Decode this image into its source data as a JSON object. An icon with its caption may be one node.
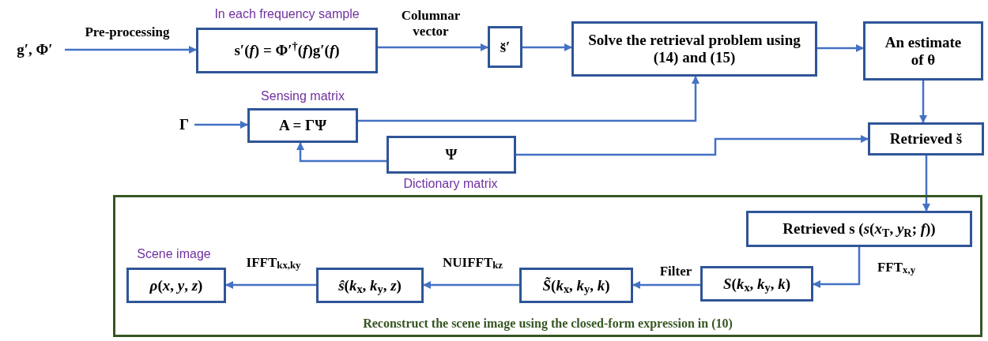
{
  "diagram": {
    "nodes": [
      {
        "text": [
          "g′, Φ′"
        ]
      },
      {
        "text": [
          "s′(*f*) = Φ′$^{†}$(*f*)g′(*f*)"
        ],
        "beside": [
          "In each frequency sample"
        ]
      },
      {
        "text": [
          "s̆′"
        ]
      },
      {
        "text": [
          "Solve the retrieval problem using (14) and (15)"
        ]
      },
      {
        "text": [
          "An estimate of θ"
        ]
      },
      {
        "text": [
          "Γ"
        ]
      },
      {
        "text": [
          "A = ΓΨ"
        ],
        "beside": [
          "Sensing matrix"
        ]
      },
      {
        "text": [
          "Ψ"
        ],
        "beside": [
          "Dictionary matrix"
        ]
      },
      {
        "text": [
          "Retrieved š"
        ]
      },
      {
        "text": [
          "Reconstruct the scene image using the closed-form expression in (10)"
        ]
      },
      {
        "text": [
          "Retrieved s (*s*(*x*$_{T}$, *y*$_{R}$; *f*))"
        ],
        "in": 9
      },
      {
        "text": [
          "*S*(*k*$_{x}$, *k*$_{y}$, *k*)"
        ],
        "in": 9
      },
      {
        "text": [
          "*S̃*(*k*$_{x}$, *k*$_{y}$, *k*)"
        ],
        "in": 9
      },
      {
        "text": [
          "*ŝ*(*k*$_{x}$, *k*$_{y}$, *z*)"
        ],
        "in": 9
      },
      {
        "text": [
          "*ρ*(*x*, *y*, *z*)"
        ],
        "in": 9,
        "beside": [
          "Scene image"
        ]
      }
    ],
    "edges": [
      {
        "from": 0,
        "to": 1,
        "arrow": "to",
        "label": "Pre-processing"
      },
      {
        "from": 1,
        "to": 2,
        "arrow": "to",
        "label": "Columnar vector"
      },
      {
        "from": 2,
        "to": 3,
        "arrow": "to"
      },
      {
        "from": 3,
        "to": 4,
        "arrow": "to"
      },
      {
        "from": 4,
        "to": 8,
        "arrow": "to"
      },
      {
        "from": 5,
        "to": 6,
        "arrow": "to"
      },
      {
        "from": 6,
        "to": 3,
        "arrow": "to"
      },
      {
        "from": 7,
        "to": 6,
        "arrow": "to"
      },
      {
        "from": 7,
        "to": 8,
        "arrow": "to"
      },
      {
        "from": 8,
        "to": 10,
        "arrow": "to"
      },
      {
        "from": 10,
        "to": 11,
        "arrow": "to",
        "label": "FFT$_{x,y}$"
      },
      {
        "from": 11,
        "to": 12,
        "arrow": "to",
        "label": "Filter"
      },
      {
        "from": 12,
        "to": 13,
        "arrow": "to",
        "label": "NUIFFT$_{kz}$"
      },
      {
        "from": 13,
        "to": 14,
        "arrow": "to",
        "label": "IFFT$_{kx,ky}$"
      }
    ]
  }
}
